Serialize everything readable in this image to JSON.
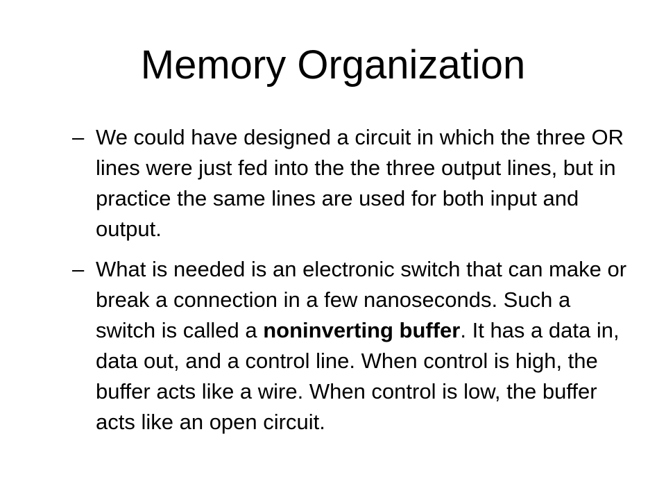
{
  "slide": {
    "title": "Memory Organization",
    "bullet_marker": "–",
    "bullets": [
      {
        "text": "We could have designed a circuit in which the three OR lines were just fed into the the three output lines, but in practice the same lines are used for both input and output."
      },
      {
        "text_before": "What is needed is an electronic switch that can make or break a connection in a few nanoseconds. Such a switch is called a ",
        "bold_term": "noninverting buffer",
        "text_after": ". It has a data in, data out, and a control line. When control is high, the buffer acts like a wire. When control is low, the buffer acts like an open circuit."
      }
    ]
  }
}
